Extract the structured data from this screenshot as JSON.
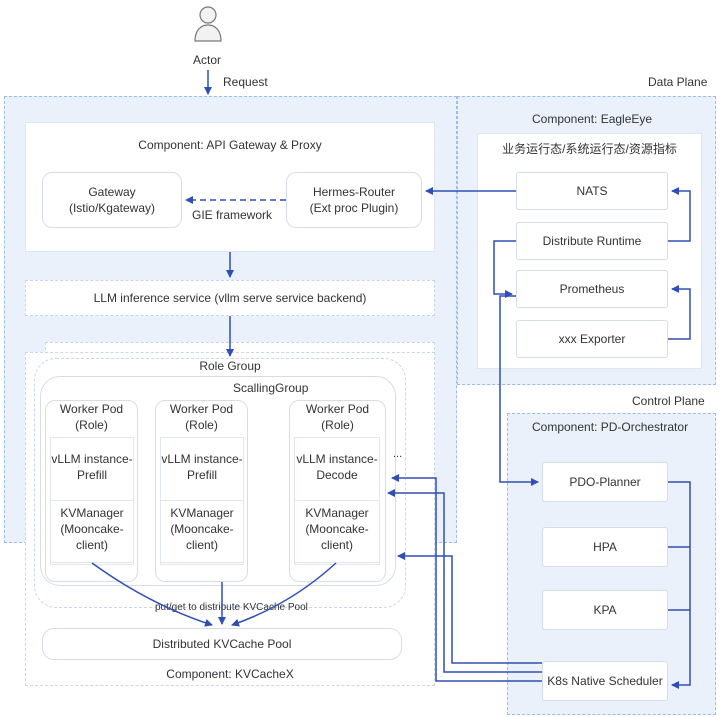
{
  "actor": {
    "label": "Actor"
  },
  "request_label": "Request",
  "data_plane": {
    "title": "Data Plane"
  },
  "control_plane": {
    "title": "Control Plane"
  },
  "api_gateway": {
    "title": "Component: API Gateway & Proxy",
    "gateway": "Gateway\n(Istio/Kgateway)",
    "hermes_router": "Hermes-Router\n(Ext proc Plugin)",
    "gie_label": "GIE framework"
  },
  "llm_service": "LLM inference service (vllm serve service backend)",
  "role_group": {
    "title": "Role Group",
    "scalling_group": "ScallingGroup",
    "pods": [
      {
        "title": "Worker Pod\n(Role)",
        "instance": "vLLM instance-\nPrefill",
        "kv": "KVManager\n(Mooncake-\nclient)"
      },
      {
        "title": "Worker Pod\n(Role)",
        "instance": "vLLM instance-\nPrefill",
        "kv": "KVManager\n(Mooncake-\nclient)"
      },
      {
        "title": "Worker Pod\n(Role)",
        "instance": "vLLM instance-\nDecode",
        "kv": "KVManager\n(Mooncake-\nclient)"
      }
    ],
    "ellipsis": "..."
  },
  "kvcache": {
    "put_get_label": "put/get to distribute KVCache Pool",
    "pool": "Distributed KVCache Pool",
    "title": "Component: KVCacheX"
  },
  "eagleeye": {
    "title": "Component: EagleEye",
    "subtitle": "业务运行态/系统运行态/资源指标",
    "items": [
      "NATS",
      "Distribute Runtime",
      "Prometheus",
      "xxx Exporter"
    ]
  },
  "pd_orchestrator": {
    "title": "Component: PD-Orchestrator",
    "items": [
      "PDO-Planner",
      "HPA",
      "KPA",
      "K8s Native Scheduler"
    ]
  },
  "colors": {
    "arrow": "#2f4fb5",
    "plane_bg": "#eaf1fb",
    "plane_border": "#9fbbe8"
  },
  "icons": {
    "actor": "user-icon"
  }
}
